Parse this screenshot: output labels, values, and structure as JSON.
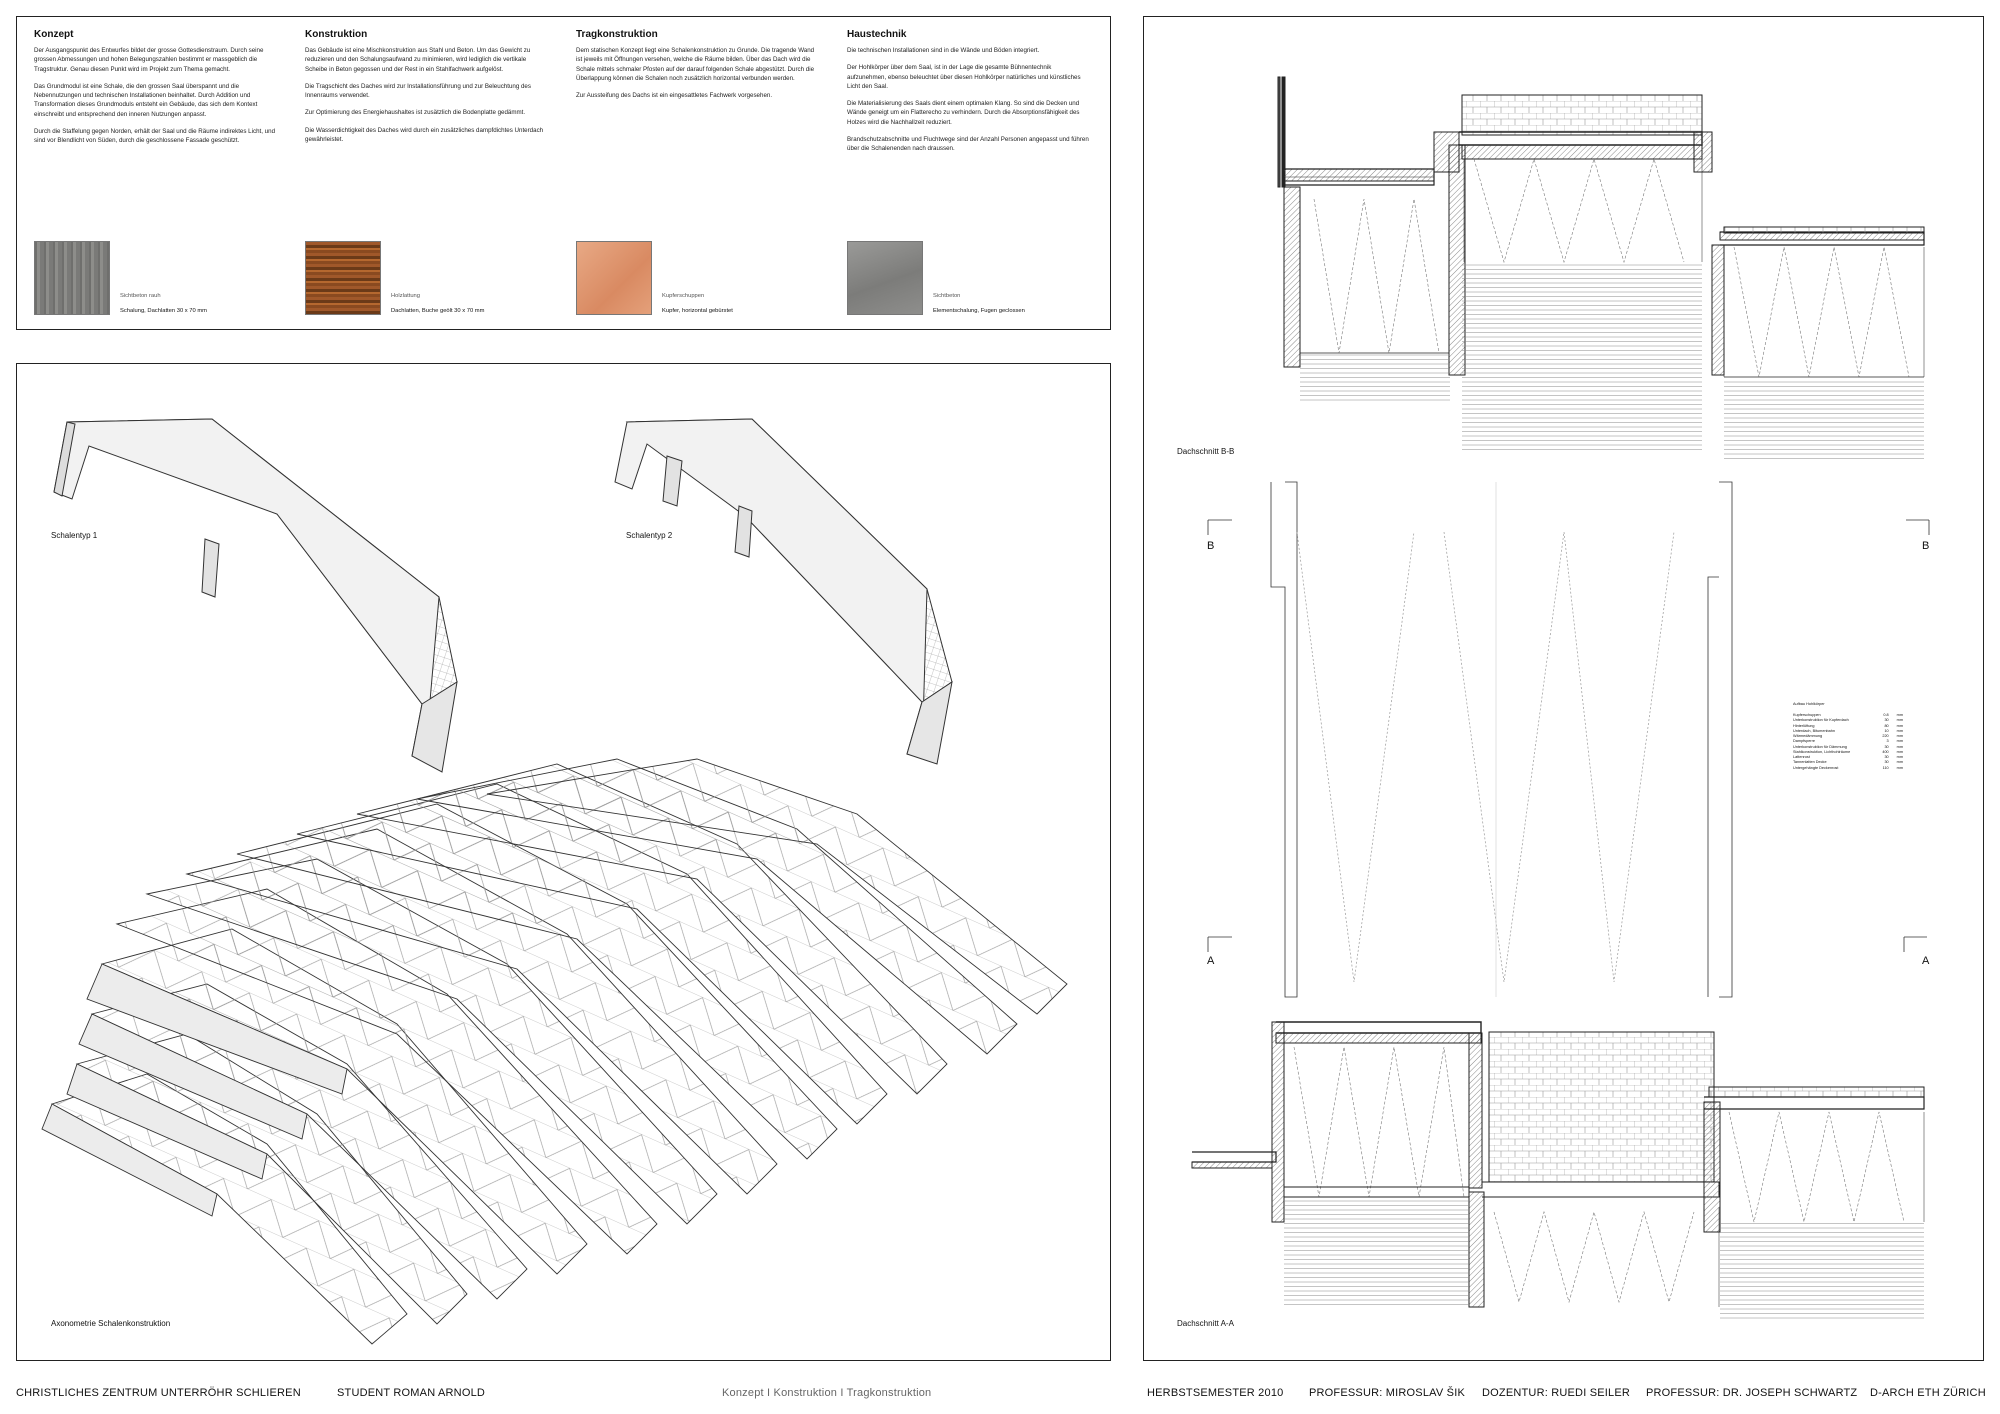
{
  "info": {
    "columns": [
      {
        "title": "Konzept",
        "paras": [
          "Der Ausgangspunkt des Entwurfes bildet der grosse Gottesdienstraum. Durch seine grossen Abmessungen und hohen Belegungszahlen bestimmt er massgeblich die Tragstruktur. Genau diesen Punkt wird im Projekt zum Thema gemacht.",
          "Das Grundmodul ist eine Schale, die den grossen Saal überspannt und die Nebennutzungen und technischen Installationen beinhaltet. Durch Addition und Transformation dieses Grundmoduls entsteht ein Gebäude, das sich dem Kontext einschreibt und entsprechend den inneren Nutzungen anpasst.",
          "Durch die Staffelung gegen Norden, erhält der Saal und die Räume indirektes Licht, und sind vor Blendlicht von Süden, durch die geschlossene Fassade geschützt."
        ],
        "material": "Sichtbeton rauh",
        "spec": "Schalung, Dachlatten 30 x 70 mm"
      },
      {
        "title": "Konstruktion",
        "paras": [
          "Das Gebäude ist eine Mischkonstruktion aus Stahl und Beton. Um das Gewicht zu reduzieren und den Schalungsaufwand zu minimieren, wird lediglich die vertikale Scheibe in Beton gegossen und der Rest in ein Stahlfachwerk aufgelöst.",
          "Die Tragschicht des Daches wird zur Installationsführung und zur Beleuchtung des Innenraums verwendet.",
          "Zur Optimierung des Energiehaushaltes ist zusätzlich die Bodenplatte gedämmt.",
          "Die Wasserdichtigkeit des Daches wird durch ein zusätzliches dampfdichtes Unterdach gewährleistet."
        ],
        "material": "Holzlattung",
        "spec": "Dachlatten, Buche geölt 30 x 70 mm"
      },
      {
        "title": "Tragkonstruktion",
        "paras": [
          "Dem statischen Konzept liegt eine Schalenkonstruktion zu Grunde. Die tragende Wand ist jeweils mit Öffnungen versehen, welche die Räume bilden. Über das Dach wird die Schale mittels schmaler Pfosten auf der darauf folgenden Schale abgestützt. Durch die Überlappung können die Schalen noch zusätzlich horizontal verbunden werden.",
          "Zur Aussteifung des Dachs ist ein eingesattletes Fachwerk vorgesehen."
        ],
        "material": "Kupferschuppen",
        "spec": "Kupfer, horizontal gebürstet"
      },
      {
        "title": "Haustechnik",
        "paras": [
          "Die technischen Installationen sind in die Wände und Böden integriert.",
          "Der Hohlkörper über dem Saal, ist in der Lage die gesamte Bühnentechnik aufzunehmen, ebenso beleuchtet über diesen Hohlkörper natürliches und künstliches Licht den Saal.",
          "Die Materialisierung des Saals dient einem optimalen Klang. So sind die Decken und Wände geneigt um ein Flatterecho zu verhindern. Durch die Absorptionsfähigkeit des Holzes wird die Nachhallzeit reduziert.",
          "Brandschutzabschnitte und Fluchtwege sind der Anzahl Personen angepasst und führen über die Schalenenden nach draussen."
        ],
        "material": "Sichtbeton",
        "spec": "Elementschalung, Fugen geclossen"
      }
    ]
  },
  "axo": {
    "label_type1": "Schalentyp 1",
    "label_type2": "Schalentyp 2",
    "label_axo": "Axonometrie Schalenkonstruktion"
  },
  "sections": {
    "label_bb": "Dachschnitt B-B",
    "label_aa": "Dachschnitt A-A",
    "mark_b": "B",
    "mark_a": "A",
    "layers_title": "Aufbau Hohlkörper",
    "layers": [
      [
        "Kupferschuppen",
        "0.8",
        "mm"
      ],
      [
        "Unterkonstruktion für Kupferdach",
        "30",
        "mm"
      ],
      [
        "Hinterlüftung",
        "80",
        "mm"
      ],
      [
        "Unterdach, Bitumenbahn",
        "10",
        "mm"
      ],
      [
        "Wärmedämmung",
        "220",
        "mm"
      ],
      [
        "Dampfsperre",
        "3",
        "mm"
      ],
      [
        "Unterkonstruktion für Dämmung",
        "30",
        "mm"
      ],
      [
        "Stahlkonstruktion, Lichthohlräume",
        "400",
        "mm"
      ],
      [
        "Lattenrost",
        "30",
        "mm"
      ],
      [
        "Tannenlatten Decke",
        "30",
        "mm"
      ],
      [
        "Untergehängte Deckenrost",
        "110",
        "mm"
      ]
    ]
  },
  "footer": {
    "project": "CHRISTLICHES ZENTRUM   UNTERRÖHR   SCHLIEREN",
    "student": "STUDENT ROMAN ARNOLD",
    "nav": "Konzept  I  Konstruktion  I  Tragkonstruktion",
    "semester": "HERBSTSEMESTER   2010",
    "prof1": "PROFESSUR: MIROSLAV ŠIK",
    "dozent": "DOZENTUR: RUEDI SEILER",
    "prof2": "PROFESSUR: DR. JOSEPH SCHWARTZ",
    "dept": "D-ARCH   ETH ZÜRICH"
  }
}
